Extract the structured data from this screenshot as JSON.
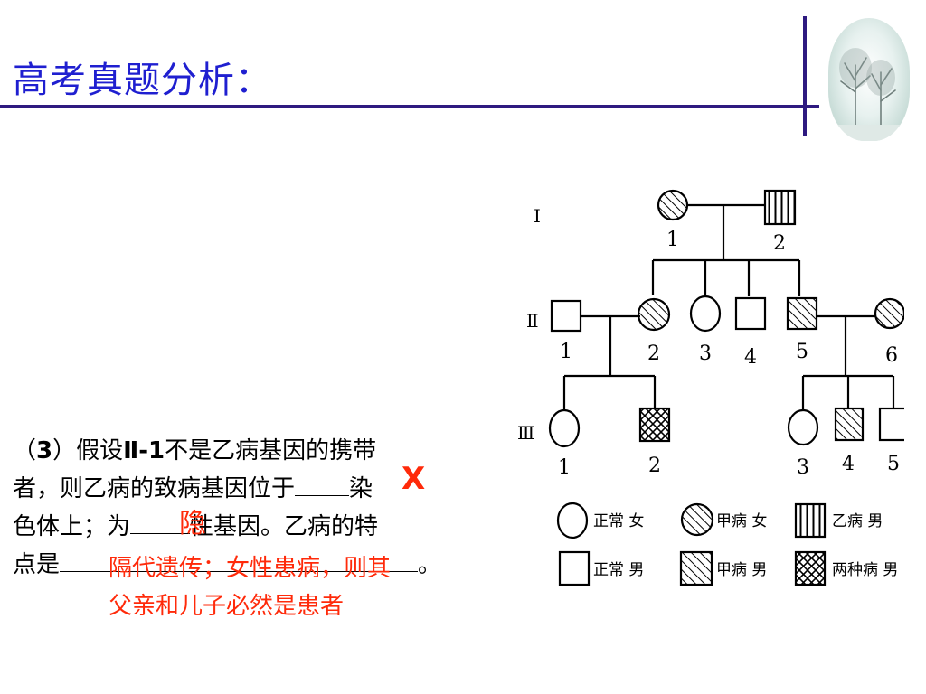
{
  "title": "高考真题分析：",
  "question": {
    "line1_prefix": "（",
    "line1_num": "3",
    "line1_mid": "）假设",
    "line1_ref": "Ⅱ-1",
    "line1_suffix": "不是乙病基因的携带",
    "line2_prefix": "者，则乙病的致病基因位于",
    "line2_suffix": "染",
    "line3_prefix": "色体上；为",
    "line3_suffix": "性基因。乙病的特",
    "line4_prefix": "点是",
    "line4_end": "。"
  },
  "answers": {
    "chromosome": "X",
    "type": "隐",
    "trait_line1": "隔代遗传；女性患病，则其",
    "trait_line2": "父亲和儿子必然是患者"
  },
  "pedigree": {
    "generations": [
      "Ⅰ",
      "Ⅱ",
      "Ⅲ"
    ],
    "gen1": [
      "1",
      "2"
    ],
    "gen2": [
      "1",
      "2",
      "3",
      "4",
      "5",
      "6"
    ],
    "gen3": [
      "1",
      "2",
      "3",
      "4",
      "5"
    ]
  },
  "legend": [
    {
      "label": "正常 女"
    },
    {
      "label": "甲病 女"
    },
    {
      "label": "乙病 男"
    },
    {
      "label": "正常 男"
    },
    {
      "label": "甲病 男"
    },
    {
      "label": "两种病 男"
    }
  ],
  "colors": {
    "title": "#1f1fd0",
    "rule": "#2e1a80",
    "answer": "#ff2a0a"
  }
}
